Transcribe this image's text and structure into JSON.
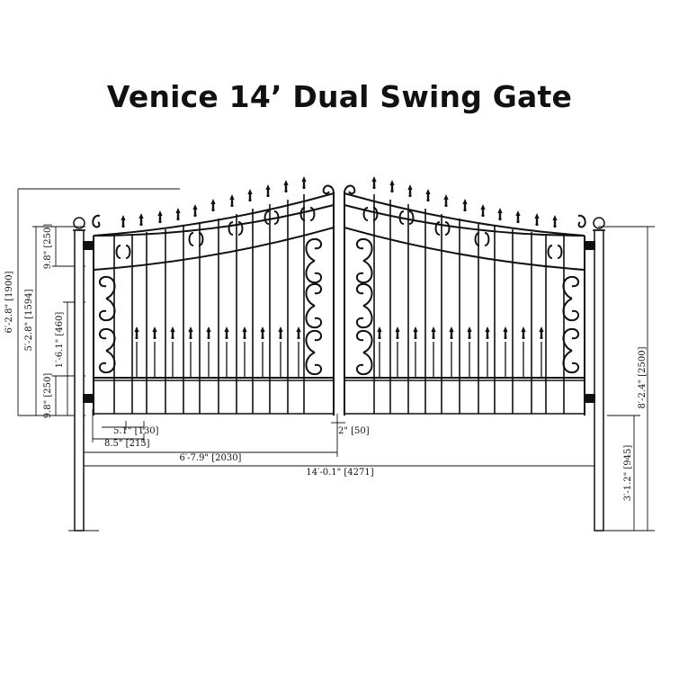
{
  "title": "Venice 14’ Dual Swing Gate",
  "dimensions": {
    "total_height": "6′-2.8\" [1900]",
    "gate_height": "5′-2.8\" [1594]",
    "arch_gap": "9.8\" [250]",
    "bottom_gap": "9.8\" [250]",
    "spike_height": "1′-6.1\" [460]",
    "picket_spacing": "5.1\" [130]",
    "end_spacing": "8.5\" [215]",
    "leaf_width": "6′-7.9\" [2030]",
    "center_gap": "2\" [50]",
    "total_width": "14′-0.1\" [4271]",
    "post_height": "8′-2.4\" [2500]",
    "post_inground": "3′-1.2\" [945]"
  },
  "colors": {
    "ink": "#111111",
    "background": "#ffffff"
  }
}
